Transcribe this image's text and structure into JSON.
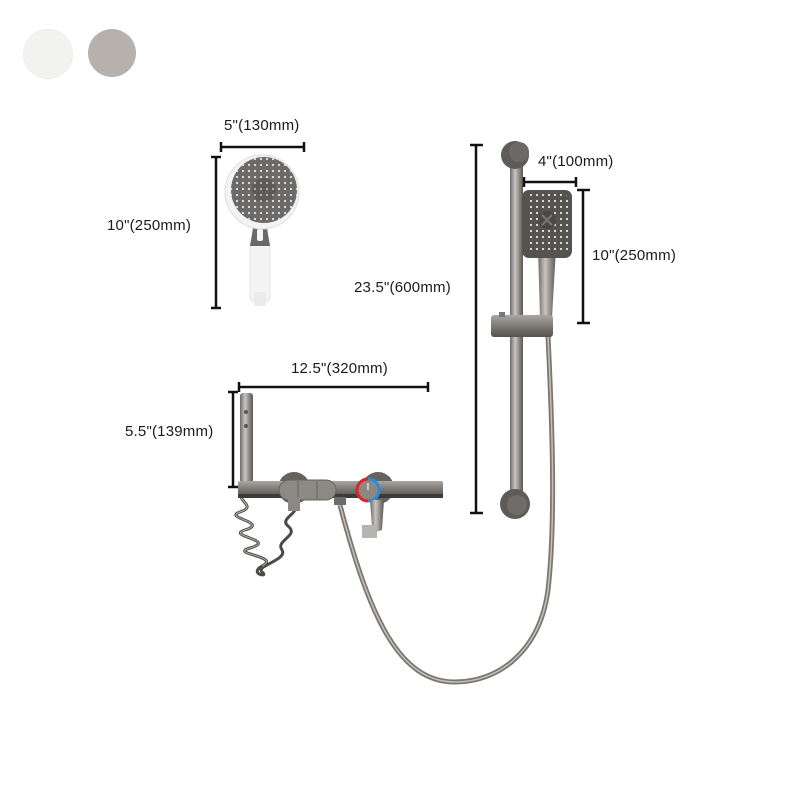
{
  "color_options": [
    {
      "name": "white",
      "color": "#f2f2f1"
    },
    {
      "name": "gunmetal-gray",
      "color": "#b6b1ac"
    }
  ],
  "dimensions": {
    "round_handheld_width": "5\"(130mm)",
    "round_handheld_height": "10\"(250mm)",
    "slide_bar_height": "23.5\"(600mm)",
    "square_handheld_width": "4\"(100mm)",
    "square_handheld_height": "10\"(250mm)",
    "mixer_width": "12.5\"(320mm)",
    "mixer_height": "5.5\"(139mm)"
  },
  "colors": {
    "dimension_line": "#111111",
    "metal_dark": "#5f5c59",
    "metal_mid": "#8a8682",
    "metal_light": "#bdb9b5",
    "hot": "#d8262a",
    "cold": "#2a8fd8"
  }
}
